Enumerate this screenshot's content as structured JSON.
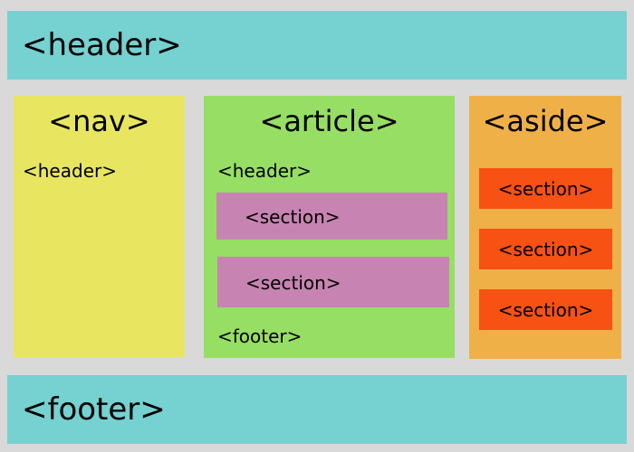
{
  "header": {
    "label": "<header>"
  },
  "nav": {
    "title": "<nav>",
    "header_label": "<header>"
  },
  "article": {
    "title": "<article>",
    "header_label": "<header>",
    "sections": [
      "<section>",
      "<section>"
    ],
    "footer_label": "<footer>"
  },
  "aside": {
    "title": "<aside>",
    "sections": [
      "<section>",
      "<section>",
      "<section>"
    ]
  },
  "footer": {
    "label": "<footer>"
  },
  "colors": {
    "background": "#d9d9d9",
    "header_footer": "#76d1d1",
    "nav": "#e8e661",
    "article": "#96de64",
    "article_section": "#c784b2",
    "aside": "#f0b048",
    "aside_section": "#f75114"
  }
}
